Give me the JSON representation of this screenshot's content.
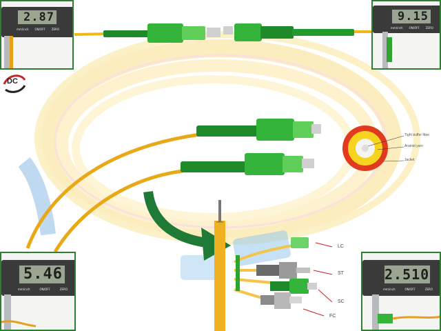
{
  "calipers": {
    "top_left": {
      "reading": "2.87",
      "buttons": [
        "mm/inch",
        "ON/OFF",
        "ZERO"
      ]
    },
    "top_right": {
      "reading": "9.15",
      "buttons": [
        "mm/inch",
        "ON/OFF",
        "ZERO"
      ]
    },
    "bottom_left": {
      "reading": "5.46",
      "buttons": [
        "mm/inch",
        "ON/OFF",
        "ZERO"
      ]
    },
    "bottom_right": {
      "reading": "2.510",
      "buttons": [
        "mm/inch",
        "ON/OFF",
        "ZERO"
      ]
    }
  },
  "cross_section": {
    "labels": [
      "Tight buffer fiber",
      "Aramid yarn",
      "Jacket"
    ]
  },
  "connector_types": [
    "LC",
    "ST",
    "SC",
    "FC"
  ],
  "logo": {
    "text": "DC"
  },
  "colors": {
    "cable_yellow": "#f2b51a",
    "connector_green": "#2fa52f",
    "jacket_red": "#e23a1f",
    "arrow_green": "#1f7a35",
    "frame_green": "#2e7d32"
  }
}
